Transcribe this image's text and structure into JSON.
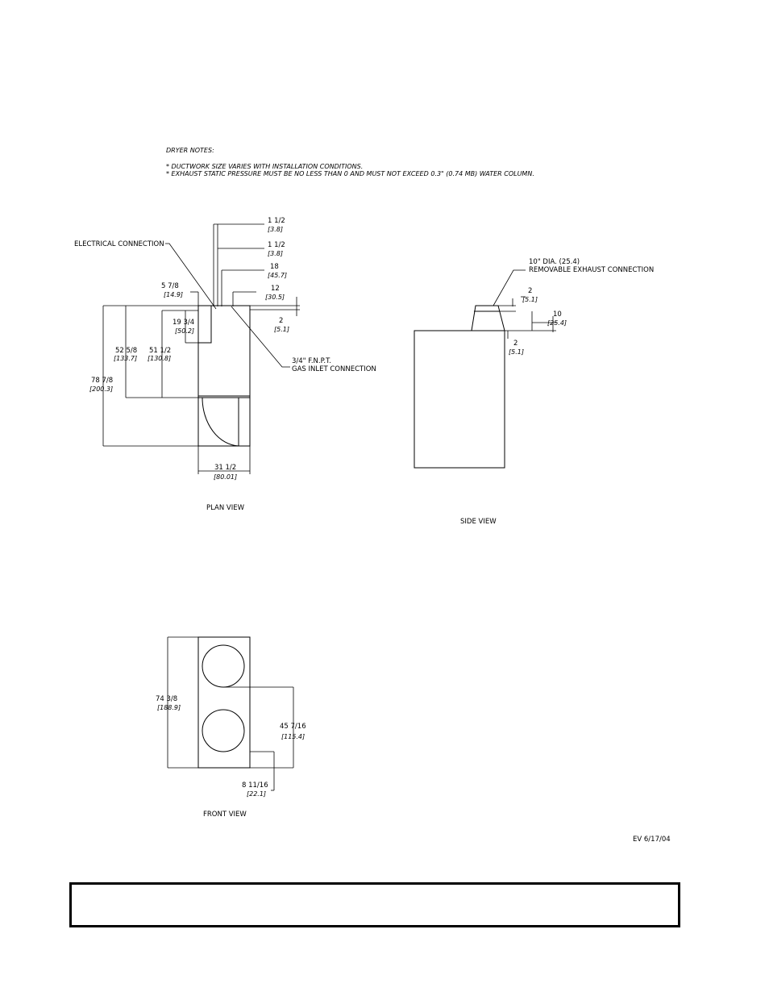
{
  "notes": {
    "heading": "DRYER NOTES:",
    "line1": "* DUCTWORK SIZE VARIES WITH INSTALLATION CONDITIONS.",
    "line2": "* EXHAUST STATIC PRESSURE MUST BE NO LESS THAN 0 AND MUST NOT EXCEED 0.3\" (0.74 MB) WATER COLUMN."
  },
  "plan_view": {
    "title": "PLAN VIEW",
    "electrical_connection": "ELECTRICAL CONNECTION",
    "gas_inlet_line1": "3/4\" F.N.P.T.",
    "gas_inlet_line2": "GAS INLET CONNECTION",
    "dims": {
      "d1": {
        "in": "1 1/2",
        "cm": "[3.8]"
      },
      "d2": {
        "in": "1 1/2",
        "cm": "[3.8]"
      },
      "d3": {
        "in": "18",
        "cm": "[45.7]"
      },
      "d4": {
        "in": "12",
        "cm": "[30.5]"
      },
      "d5": {
        "in": "5 7/8",
        "cm": "[14.9]"
      },
      "d6": {
        "in": "2",
        "cm": "[5.1]"
      },
      "d7": {
        "in": "19 3/4",
        "cm": "[50.2]"
      },
      "d8": {
        "in": "52 5/8",
        "cm": "[133.7]"
      },
      "d9": {
        "in": "51 1/2",
        "cm": "[130.8]"
      },
      "d10": {
        "in": "78 7/8",
        "cm": "[200.3]"
      },
      "d11": {
        "in": "31 1/2",
        "cm": "[80.01]"
      }
    }
  },
  "side_view": {
    "title": "SIDE VIEW",
    "exhaust_line1": "10\" DIA. (25.4)",
    "exhaust_line2": "REMOVABLE EXHAUST CONNECTION",
    "dims": {
      "top2": {
        "in": "2",
        "cm": "[5.1]"
      },
      "ten": {
        "in": "10",
        "cm": "[25.4]"
      },
      "bot2": {
        "in": "2",
        "cm": "[5.1]"
      }
    }
  },
  "front_view": {
    "title": "FRONT VIEW",
    "dims": {
      "height": {
        "in": "74 3/8",
        "cm": "[188.9]"
      },
      "center": {
        "in": "45 7/16",
        "cm": "[115.4]"
      },
      "bottom": {
        "in": "8 11/16",
        "cm": "[22.1]"
      }
    }
  },
  "revision": "EV 6/17/04"
}
